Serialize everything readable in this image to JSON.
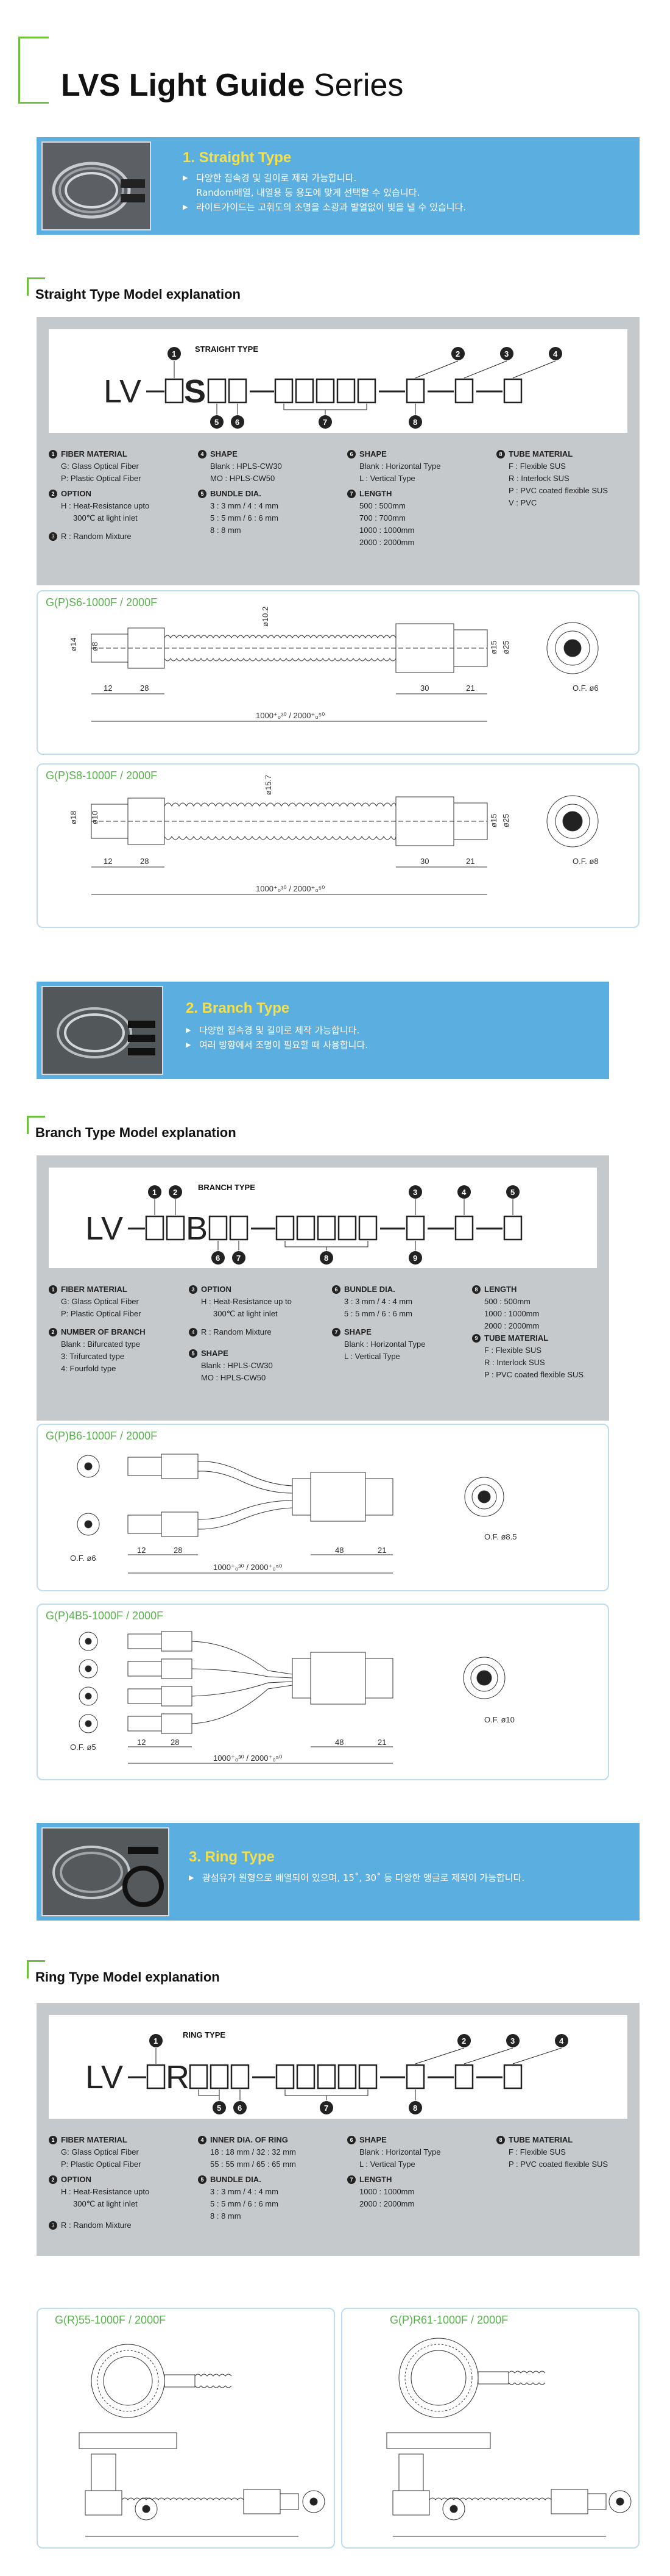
{
  "header": {
    "title_bold": "LVS Light Guide",
    "title_light": "Series"
  },
  "straight": {
    "banner": {
      "title": "1. Straight Type",
      "lines": [
        "다양한 집속경 및 길이로 제작 가능합니다.",
        "Random배열, 내열용 등 용도에 맞게 선택할 수 있습니다.",
        "라이트가이드는 고휘도의 조명을 소광과 발열없이 빛을 낼 수 있습니다."
      ]
    },
    "model_heading": "Straight Type Model explanation",
    "type_label": "STRAIGHT TYPE",
    "specs": [
      {
        "n": "1",
        "title": "FIBER MATERIAL",
        "lines": [
          "G: Glass Optical Fiber",
          "P: Plastic Optical Fiber"
        ]
      },
      {
        "n": "2",
        "title": "OPTION",
        "lines": [
          "H : Heat-Resistance upto",
          "300℃ at light inlet"
        ]
      },
      {
        "n": "3",
        "title": "R : Random Mixture",
        "lines": []
      },
      {
        "n": "4",
        "title": "SHAPE",
        "lines": [
          "Blank : HPLS-CW30",
          "MO : HPLS-CW50"
        ]
      },
      {
        "n": "5",
        "title": "BUNDLE DIA.",
        "lines": [
          "3 : 3 mm / 4 : 4 mm",
          "5 : 5 mm / 6 : 6 mm",
          "8 : 8 mm"
        ]
      },
      {
        "n": "6",
        "title": "SHAPE",
        "lines": [
          "Blank : Horizontal Type",
          "L : Vertical Type"
        ]
      },
      {
        "n": "7",
        "title": "LENGTH",
        "lines": [
          "500 : 500mm",
          "700 : 700mm",
          "1000 : 1000mm",
          "2000 : 2000mm"
        ]
      },
      {
        "n": "8",
        "title": "TUBE MATERIAL",
        "lines": [
          "F : Flexible SUS",
          "R : Interlock SUS",
          "P : PVC coated flexible SUS",
          "V : PVC"
        ]
      }
    ],
    "drawings": [
      {
        "title": "G(P)S6-1000F / 2000F",
        "dims": {
          "d1": "ø14",
          "d2": "ø8",
          "d3": "ø10.2",
          "d4": "ø15",
          "d5": "ø25",
          "l1": "12",
          "l2": "28",
          "l3": "30",
          "l4": "21",
          "len": "1000⁺₀³⁰ / 2000⁺₀⁵⁰",
          "of": "O.F. ø6"
        }
      },
      {
        "title": "G(P)S8-1000F / 2000F",
        "dims": {
          "d1": "ø18",
          "d2": "ø10",
          "d3": "ø15.7",
          "d4": "ø15",
          "d5": "ø25",
          "l1": "12",
          "l2": "28",
          "l3": "30",
          "l4": "21",
          "len": "1000⁺₀³⁰ / 2000⁺₀⁵⁰",
          "of": "O.F. ø8"
        }
      }
    ]
  },
  "branch": {
    "banner": {
      "title": "2. Branch Type",
      "lines": [
        "다양한 집속경 및 길이로 제작 가능합니다.",
        "여러 방향에서 조명이 필요할 때 사용합니다."
      ]
    },
    "model_heading": "Branch Type Model explanation",
    "type_label": "BRANCH TYPE",
    "specs": [
      {
        "n": "1",
        "title": "FIBER MATERIAL",
        "lines": [
          "G: Glass Optical Fiber",
          "P: Plastic Optical Fiber"
        ]
      },
      {
        "n": "2",
        "title": "NUMBER OF BRANCH",
        "lines": [
          "Blank : Bifurcated type",
          "3: Trifurcated type",
          "4: Fourfold type"
        ]
      },
      {
        "n": "3",
        "title": "OPTION",
        "lines": [
          "H : Heat-Resistance up to",
          "300℃ at light inlet"
        ]
      },
      {
        "n": "4",
        "title": "R : Random Mixture",
        "lines": []
      },
      {
        "n": "5",
        "title": "SHAPE",
        "lines": [
          "Blank : HPLS-CW30",
          "MO : HPLS-CW50"
        ]
      },
      {
        "n": "6",
        "title": "BUNDLE DIA.",
        "lines": [
          "3 : 3 mm / 4 : 4 mm",
          "5 : 5 mm / 6 : 6 mm"
        ]
      },
      {
        "n": "7",
        "title": "SHAPE",
        "lines": [
          "Blank : Horizontal Type",
          "L : Vertical Type"
        ]
      },
      {
        "n": "8",
        "title": "LENGTH",
        "lines": [
          "500 : 500mm",
          "1000 : 1000mm",
          "2000 : 2000mm"
        ]
      },
      {
        "n": "9",
        "title": "TUBE MATERIAL",
        "lines": [
          "F : Flexible SUS",
          "R : Interlock SUS",
          "P : PVC coated flexible SUS"
        ]
      }
    ],
    "drawings": [
      {
        "title": "G(P)B6-1000F / 2000F",
        "dims": {
          "of1": "O.F. ø6",
          "of2": "O.F. ø8.5",
          "l1": "12",
          "l2": "28",
          "l3": "48",
          "l4": "21",
          "len": "1000⁺₀³⁰ / 2000⁺₀⁵⁰"
        }
      },
      {
        "title": "G(P)4B5-1000F / 2000F",
        "dims": {
          "of1": "O.F. ø5",
          "of2": "O.F. ø10",
          "l1": "12",
          "l2": "28",
          "l3": "48",
          "l4": "21",
          "len": "1000⁺₀³⁰ / 2000⁺₀⁵⁰"
        }
      }
    ]
  },
  "ring": {
    "banner": {
      "title": "3. Ring Type",
      "lines": [
        "광섬유가 원형으로 배열되어 있으며, 15˚, 30˚ 등 다양한 앵글로 제작이 가능합니다."
      ]
    },
    "model_heading": "Ring Type Model explanation",
    "type_label": "RING TYPE",
    "specs": [
      {
        "n": "1",
        "title": "FIBER MATERIAL",
        "lines": [
          "G: Glass Optical Fiber",
          "P: Plastic Optical Fiber"
        ]
      },
      {
        "n": "2",
        "title": "OPTION",
        "lines": [
          "H : Heat-Resistance upto",
          "300℃ at light inlet"
        ]
      },
      {
        "n": "3",
        "title": "R : Random Mixture",
        "lines": []
      },
      {
        "n": "4",
        "title": "INNER DIA. OF RING",
        "lines": [
          "18 : 18 mm / 32 : 32 mm",
          "55 : 55 mm / 65 : 65 mm"
        ]
      },
      {
        "n": "5",
        "title": "BUNDLE DIA.",
        "lines": [
          "3 : 3 mm / 4 : 4 mm",
          "5 : 5 mm / 6 : 6 mm",
          "8 : 8 mm"
        ]
      },
      {
        "n": "6",
        "title": "SHAPE",
        "lines": [
          "Blank : Horizontal Type",
          "L : Vertical Type"
        ]
      },
      {
        "n": "7",
        "title": "LENGTH",
        "lines": [
          "1000 : 1000mm",
          "2000 : 2000mm"
        ]
      },
      {
        "n": "8",
        "title": "TUBE MATERIAL",
        "lines": [
          "F : Flexible SUS",
          "P : PVC coated flexible SUS"
        ]
      }
    ],
    "drawings": [
      {
        "title": "G(R)55-1000F / 2000F"
      },
      {
        "title": "G(P)R61-1000F / 2000F"
      }
    ]
  },
  "colors": {
    "accent_green": "#6abf3c",
    "banner_blue": "#5aaee0",
    "banner_title": "#f6e04a",
    "panel_gray": "#c6c9cc",
    "drawing_border": "#bcdcf0"
  }
}
